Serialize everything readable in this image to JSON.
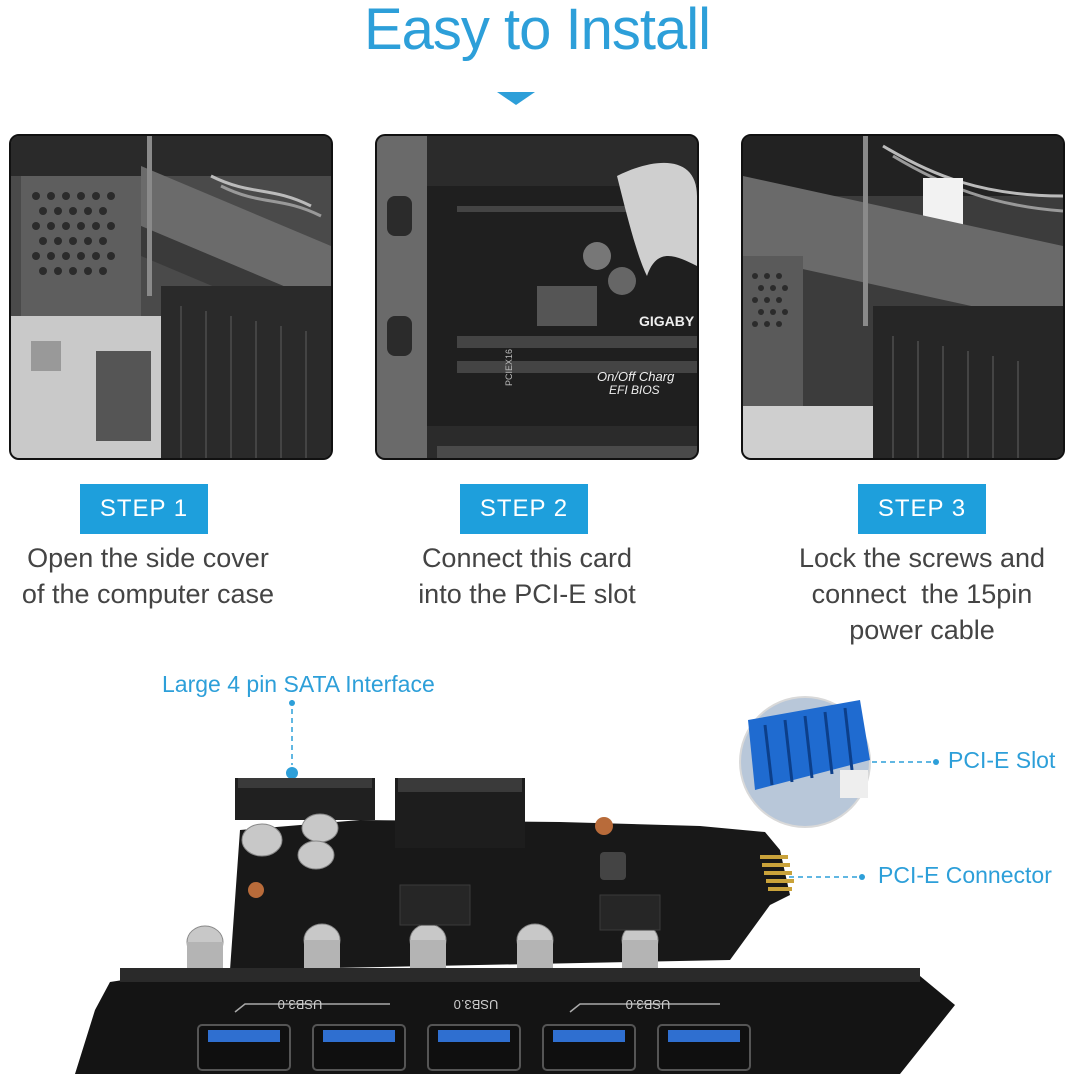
{
  "header": {
    "title": "Easy to Install"
  },
  "steps": [
    {
      "badge": "STEP 1",
      "lines": [
        "Open the side cover",
        "of the computer case"
      ]
    },
    {
      "badge": "STEP 2",
      "lines": [
        "Connect this card",
        "into the PCI-E slot"
      ]
    },
    {
      "badge": "STEP 3",
      "lines": [
        "Lock the screws and",
        "connect  the 15pin",
        "power cable"
      ]
    }
  ],
  "photos": {
    "step2_board_text": [
      "GIGABY",
      "On/Off Charg",
      "EFI BIOS",
      "PCIEX16"
    ]
  },
  "callouts": {
    "sata": "Large 4 pin SATA Interface",
    "slot": "PCI-E Slot",
    "connector": "PCI-E Connector"
  },
  "card": {
    "port_labels": [
      "USB3.0",
      "USB3.0",
      "USB3.0"
    ]
  },
  "colors": {
    "accent": "#2d9fd9",
    "badge": "#1e9fdc",
    "usb_blue": "#2f6fd0"
  }
}
